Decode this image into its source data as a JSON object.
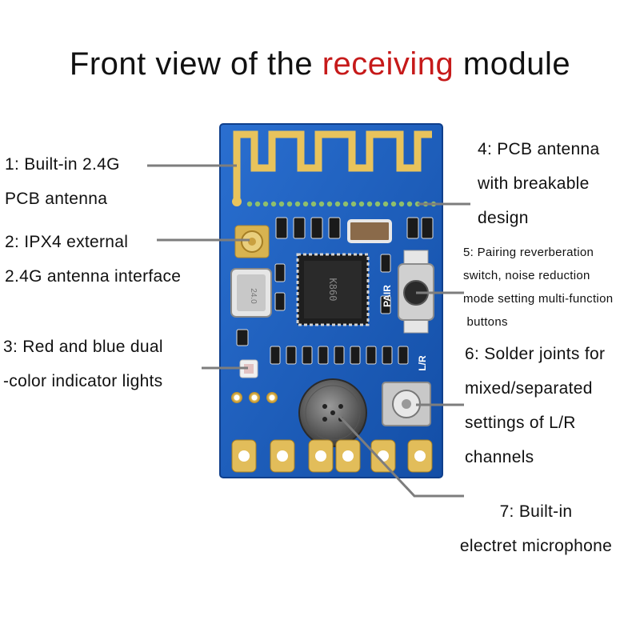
{
  "title": {
    "before": "Front view of the ",
    "highlight": "receiving",
    "after": " module",
    "highlight_color": "#c61a1a"
  },
  "callouts": [
    {
      "id": 1,
      "lines": [
        "1: Built-in 2.4G",
        "PCB antenna"
      ]
    },
    {
      "id": 2,
      "lines": [
        "2: IPX4 external",
        "2.4G antenna interface"
      ]
    },
    {
      "id": 3,
      "lines": [
        "3:  Red and blue dual",
        "-color indicator lights"
      ]
    },
    {
      "id": 4,
      "lines": [
        "4: PCB antenna",
        "with breakable",
        "design"
      ]
    },
    {
      "id": 5,
      "lines": [
        "5: Pairing reverberation",
        "switch, noise reduction",
        "mode setting multi-function",
        " buttons"
      ]
    },
    {
      "id": 6,
      "lines": [
        "6: Solder joints for",
        "mixed/separated",
        "settings of L/R",
        "channels"
      ]
    },
    {
      "id": 7,
      "lines": [
        "7: Built-in",
        "electret microphone"
      ]
    }
  ],
  "board": {
    "silkscreen_pair": "PAIR",
    "silkscreen_lr": "L/R",
    "chip_marking": "K860",
    "crystal_marking": "24.0",
    "pcb_color": "#1d5fc0",
    "gold_color": "#d9b04a"
  }
}
